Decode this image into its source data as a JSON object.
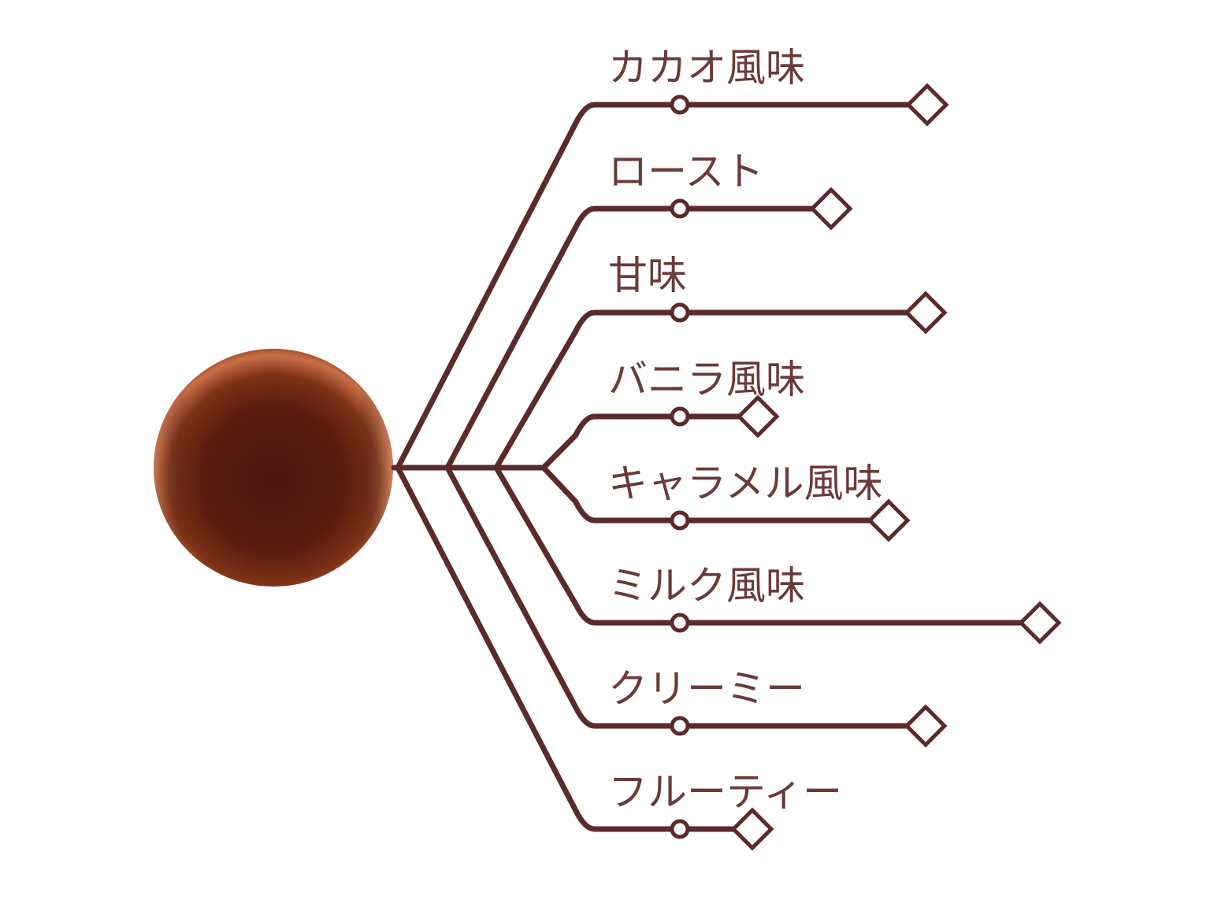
{
  "chart_data": {
    "type": "tree-bar",
    "title": "",
    "root": {
      "label": "",
      "description": "chocolate ball"
    },
    "categories": [
      "カカオ風味",
      "ロースト",
      "甘味",
      "バニラ風味",
      "キャラメル風味",
      "ミルク風味",
      "クリーミー",
      "フルーティー"
    ],
    "values": [
      1177,
      1055,
      1175,
      962,
      1128,
      1320,
      1175,
      955
    ],
    "value_origin": 863,
    "row_y": [
      133,
      265,
      397,
      529,
      661,
      791,
      922,
      1053
    ],
    "xlabel": "",
    "ylabel": "",
    "grid": false,
    "legend": null
  },
  "colors": {
    "line": "#5b2a2b",
    "text": "#6b3a3a",
    "ball_dark": "#4a150c",
    "ball_mid": "#7a2c12",
    "ball_light": "#c9704a"
  }
}
